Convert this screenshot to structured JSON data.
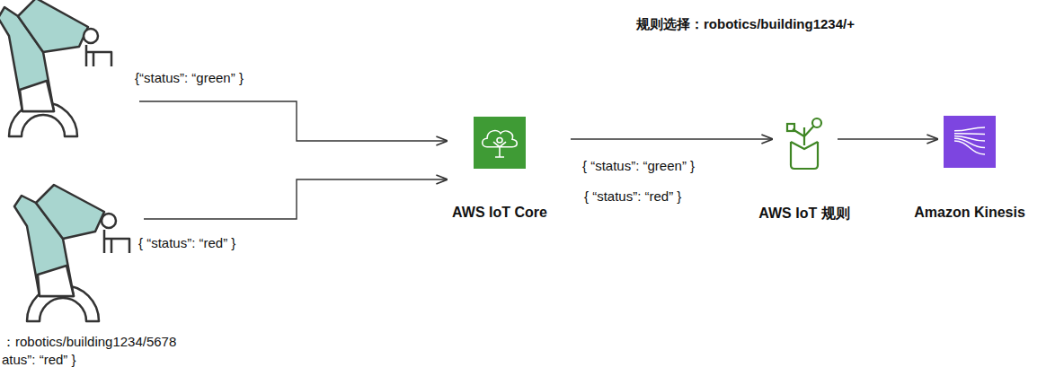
{
  "diagram": {
    "nodes": [
      {
        "text": [
          "AWS IoT Core"
        ]
      },
      {
        "text": [
          "AWS IoT 规则"
        ]
      },
      {
        "text": [
          "Amazon Kinesis"
        ]
      }
    ],
    "edges": [
      {
        "from": 0,
        "to": 1,
        "arrow": "to"
      },
      {
        "from": 1,
        "to": 2,
        "arrow": "to"
      }
    ],
    "labels": [
      "规则选择：robotics/building1234/+",
      "{“status”: “green” }",
      "{ “status”: “red” }",
      "{ “status”: “green” }",
      "{ “status”: “red” }",
      "：robotics/building1234/5678",
      "atus”: “red” }"
    ]
  }
}
